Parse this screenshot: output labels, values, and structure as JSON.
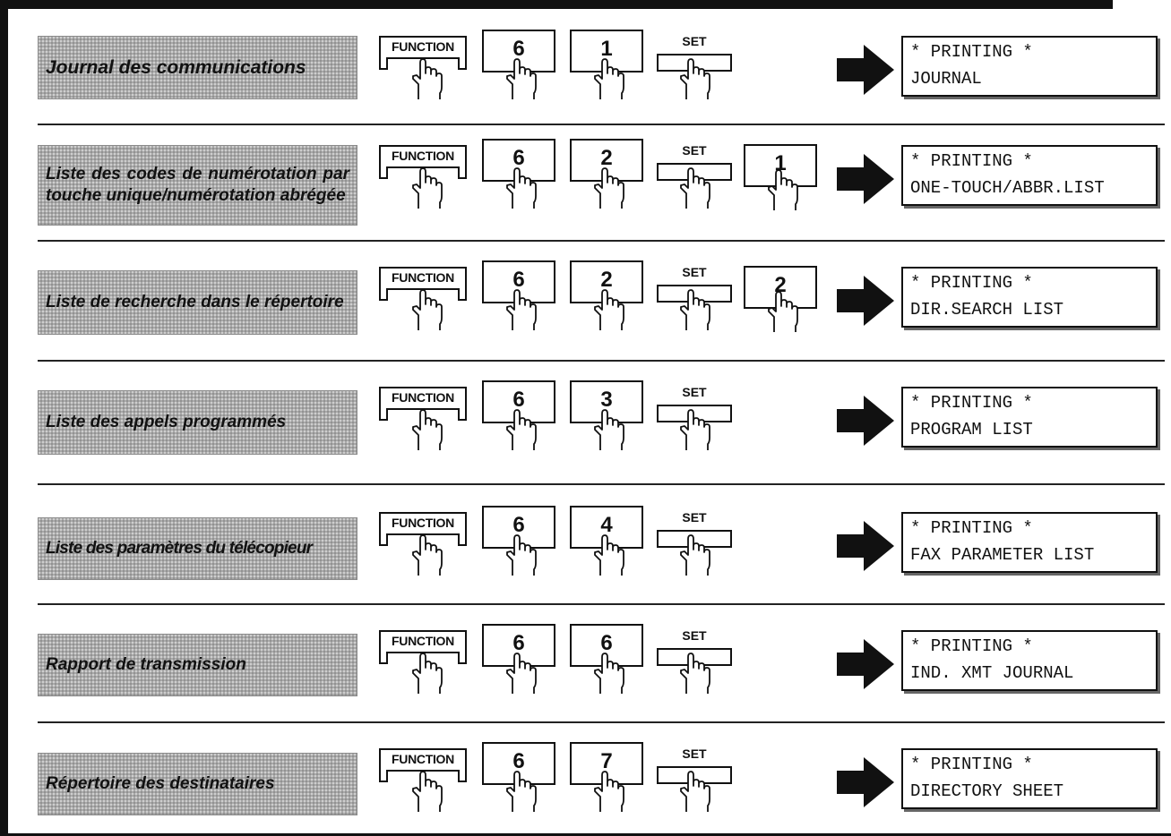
{
  "keys": {
    "function_label": "FUNCTION",
    "set_label": "SET"
  },
  "rows": [
    {
      "label": "Journal des communications",
      "keys": [
        "6",
        "1"
      ],
      "extra_key": null,
      "lcd_line1": "* PRINTING *",
      "lcd_line2": "JOURNAL"
    },
    {
      "label": "Liste des codes de numérotation par touche unique/numérotation abrégée",
      "keys": [
        "6",
        "2"
      ],
      "extra_key": "1",
      "lcd_line1": "* PRINTING *",
      "lcd_line2": "ONE-TOUCH/ABBR.LIST"
    },
    {
      "label": "Liste de recherche dans le répertoire",
      "keys": [
        "6",
        "2"
      ],
      "extra_key": "2",
      "lcd_line1": "* PRINTING *",
      "lcd_line2": "DIR.SEARCH LIST"
    },
    {
      "label": "Liste des appels programmés",
      "keys": [
        "6",
        "3"
      ],
      "extra_key": null,
      "lcd_line1": "* PRINTING *",
      "lcd_line2": "PROGRAM LIST"
    },
    {
      "label": "Liste des paramètres du télécopieur",
      "keys": [
        "6",
        "4"
      ],
      "extra_key": null,
      "lcd_line1": "* PRINTING *",
      "lcd_line2": "FAX PARAMETER LIST"
    },
    {
      "label": "Rapport de transmission",
      "keys": [
        "6",
        "6"
      ],
      "extra_key": null,
      "lcd_line1": "* PRINTING *",
      "lcd_line2": "IND. XMT JOURNAL"
    },
    {
      "label": "Répertoire des destinataires",
      "keys": [
        "6",
        "7"
      ],
      "extra_key": null,
      "lcd_line1": "* PRINTING *",
      "lcd_line2": "DIRECTORY SHEET"
    }
  ]
}
